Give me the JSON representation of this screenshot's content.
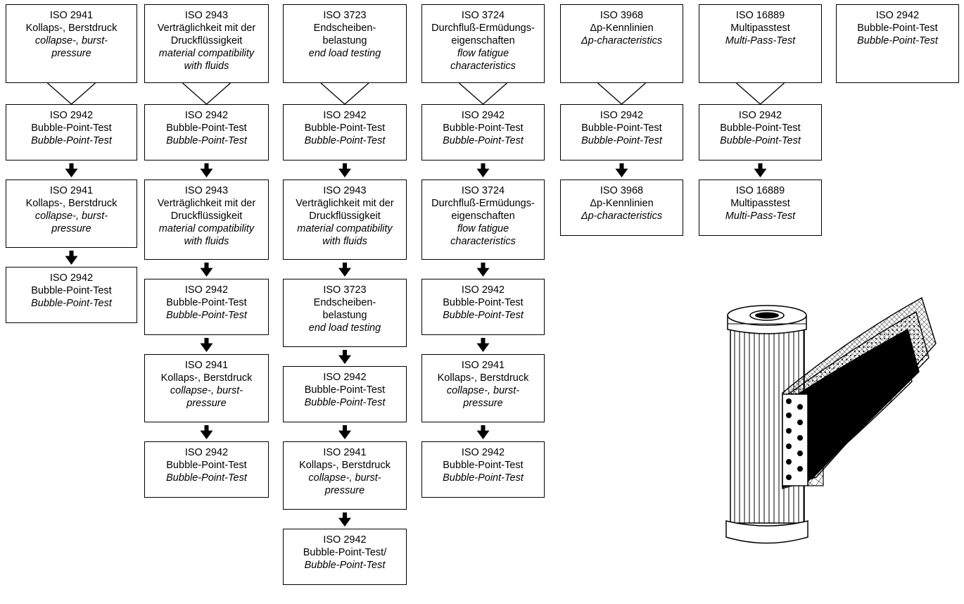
{
  "columns": [
    {
      "header": {
        "lines": [
          {
            "t": "ISO 2941",
            "i": false
          },
          {
            "t": "Kollaps-, Berstdruck",
            "i": false
          },
          {
            "t": "collapse-, burst-",
            "i": true
          },
          {
            "t": "pressure",
            "i": true
          }
        ]
      },
      "steps": [
        {
          "lines": [
            {
              "t": "ISO 2942",
              "i": false
            },
            {
              "t": "Bubble-Point-Test",
              "i": false
            },
            {
              "t": "Bubble-Point-Test",
              "i": true
            }
          ]
        },
        {
          "lines": [
            {
              "t": "ISO 2941",
              "i": false
            },
            {
              "t": "Kollaps-, Berstdruck",
              "i": false
            },
            {
              "t": "collapse-, burst-",
              "i": true
            },
            {
              "t": "pressure",
              "i": true
            }
          ]
        },
        {
          "lines": [
            {
              "t": "ISO 2942",
              "i": false
            },
            {
              "t": "Bubble-Point-Test",
              "i": false
            },
            {
              "t": "Bubble-Point-Test",
              "i": true
            }
          ]
        }
      ]
    },
    {
      "header": {
        "lines": [
          {
            "t": "ISO 2943",
            "i": false
          },
          {
            "t": "Verträglichkeit mit der",
            "i": false
          },
          {
            "t": "Druckflüssigkeit",
            "i": false
          },
          {
            "t": "material compatibility",
            "i": true
          },
          {
            "t": "with fluids",
            "i": true
          }
        ]
      },
      "steps": [
        {
          "lines": [
            {
              "t": "ISO 2942",
              "i": false
            },
            {
              "t": "Bubble-Point-Test",
              "i": false
            },
            {
              "t": "Bubble-Point-Test",
              "i": true
            }
          ]
        },
        {
          "lines": [
            {
              "t": "ISO 2943",
              "i": false
            },
            {
              "t": "Verträglichkeit mit der",
              "i": false
            },
            {
              "t": "Druckflüssigkeit",
              "i": false
            },
            {
              "t": "material compatibility",
              "i": true
            },
            {
              "t": "with fluids",
              "i": true
            }
          ]
        },
        {
          "lines": [
            {
              "t": "ISO 2942",
              "i": false
            },
            {
              "t": "Bubble-Point-Test",
              "i": false
            },
            {
              "t": "Bubble-Point-Test",
              "i": true
            }
          ]
        },
        {
          "lines": [
            {
              "t": "ISO 2941",
              "i": false
            },
            {
              "t": "Kollaps-, Berstdruck",
              "i": false
            },
            {
              "t": "collapse-, burst-",
              "i": true
            },
            {
              "t": "pressure",
              "i": true
            }
          ]
        },
        {
          "lines": [
            {
              "t": "ISO 2942",
              "i": false
            },
            {
              "t": "Bubble-Point-Test",
              "i": false
            },
            {
              "t": "Bubble-Point-Test",
              "i": true
            }
          ]
        }
      ]
    },
    {
      "header": {
        "lines": [
          {
            "t": "ISO 3723",
            "i": false
          },
          {
            "t": "Endscheiben-",
            "i": false
          },
          {
            "t": "belastung",
            "i": false
          },
          {
            "t": "end load testing",
            "i": true
          }
        ]
      },
      "steps": [
        {
          "lines": [
            {
              "t": "ISO 2942",
              "i": false
            },
            {
              "t": "Bubble-Point-Test",
              "i": false
            },
            {
              "t": "Bubble-Point-Test",
              "i": true
            }
          ]
        },
        {
          "lines": [
            {
              "t": "ISO 2943",
              "i": false
            },
            {
              "t": "Verträglichkeit mit der",
              "i": false
            },
            {
              "t": "Druckflüssigkeit",
              "i": false
            },
            {
              "t": "material compatibility",
              "i": true
            },
            {
              "t": "with fluids",
              "i": true
            }
          ]
        },
        {
          "lines": [
            {
              "t": "ISO 3723",
              "i": false
            },
            {
              "t": "Endscheiben-",
              "i": false
            },
            {
              "t": "belastung",
              "i": false
            },
            {
              "t": "end load testing",
              "i": true
            }
          ]
        },
        {
          "lines": [
            {
              "t": "ISO 2942",
              "i": false
            },
            {
              "t": "Bubble-Point-Test",
              "i": false
            },
            {
              "t": "Bubble-Point-Test",
              "i": true
            }
          ]
        },
        {
          "lines": [
            {
              "t": "ISO 2941",
              "i": false
            },
            {
              "t": "Kollaps-, Berstdruck",
              "i": false
            },
            {
              "t": "collapse-, burst-",
              "i": true
            },
            {
              "t": "pressure",
              "i": true
            }
          ]
        },
        {
          "lines": [
            {
              "t": "ISO 2942",
              "i": false
            },
            {
              "t": "Bubble-Point-Test/",
              "i": false
            },
            {
              "t": "Bubble-Point-Test",
              "i": true
            }
          ]
        }
      ]
    },
    {
      "header": {
        "lines": [
          {
            "t": "ISO 3724",
            "i": false
          },
          {
            "t": "Durchfluß-Ermüdungs-",
            "i": false
          },
          {
            "t": "eigenschaften",
            "i": false
          },
          {
            "t": "flow fatigue",
            "i": true
          },
          {
            "t": "characteristics",
            "i": true
          }
        ]
      },
      "steps": [
        {
          "lines": [
            {
              "t": "ISO 2942",
              "i": false
            },
            {
              "t": "Bubble-Point-Test",
              "i": false
            },
            {
              "t": "Bubble-Point-Test",
              "i": true
            }
          ]
        },
        {
          "lines": [
            {
              "t": "ISO 3724",
              "i": false
            },
            {
              "t": "Durchfluß-Ermüdungs-",
              "i": false
            },
            {
              "t": "eigenschaften",
              "i": false
            },
            {
              "t": "flow fatigue",
              "i": true
            },
            {
              "t": "characteristics",
              "i": true
            }
          ]
        },
        {
          "lines": [
            {
              "t": "ISO 2942",
              "i": false
            },
            {
              "t": "Bubble-Point-Test",
              "i": false
            },
            {
              "t": "Bubble-Point-Test",
              "i": true
            }
          ]
        },
        {
          "lines": [
            {
              "t": "ISO 2941",
              "i": false
            },
            {
              "t": "Kollaps-, Berstdruck",
              "i": false
            },
            {
              "t": "collapse-, burst-",
              "i": true
            },
            {
              "t": "pressure",
              "i": true
            }
          ]
        },
        {
          "lines": [
            {
              "t": "ISO 2942",
              "i": false
            },
            {
              "t": "Bubble-Point-Test",
              "i": false
            },
            {
              "t": "Bubble-Point-Test",
              "i": true
            }
          ]
        }
      ]
    },
    {
      "header": {
        "lines": [
          {
            "t": "ISO 3968",
            "i": false
          },
          {
            "t": "Δp-Kennlinien",
            "i": false
          },
          {
            "t": "Δp-characteristics",
            "i": true
          }
        ]
      },
      "steps": [
        {
          "lines": [
            {
              "t": "ISO 2942",
              "i": false
            },
            {
              "t": "Bubble-Point-Test",
              "i": false
            },
            {
              "t": "Bubble-Point-Test",
              "i": true
            }
          ]
        },
        {
          "lines": [
            {
              "t": "ISO 3968",
              "i": false
            },
            {
              "t": "Δp-Kennlinien",
              "i": false
            },
            {
              "t": "Δp-characteristics",
              "i": true
            }
          ]
        }
      ]
    },
    {
      "header": {
        "lines": [
          {
            "t": "ISO 16889",
            "i": false
          },
          {
            "t": "Multipasstest",
            "i": false
          },
          {
            "t": "Multi-Pass-Test",
            "i": true
          }
        ]
      },
      "steps": [
        {
          "lines": [
            {
              "t": "ISO 2942",
              "i": false
            },
            {
              "t": "Bubble-Point-Test",
              "i": false
            },
            {
              "t": "Bubble-Point-Test",
              "i": true
            }
          ]
        },
        {
          "lines": [
            {
              "t": "ISO 16889",
              "i": false
            },
            {
              "t": "Multipasstest",
              "i": false
            },
            {
              "t": "Multi-Pass-Test",
              "i": true
            }
          ]
        }
      ]
    },
    {
      "header": {
        "lines": [
          {
            "t": "ISO 2942",
            "i": false
          },
          {
            "t": "Bubble-Point-Test",
            "i": false
          },
          {
            "t": "Bubble-Point-Test",
            "i": true
          }
        ]
      },
      "steps": []
    }
  ],
  "illustration": {
    "icon": "filter-element-cutaway-icon"
  }
}
